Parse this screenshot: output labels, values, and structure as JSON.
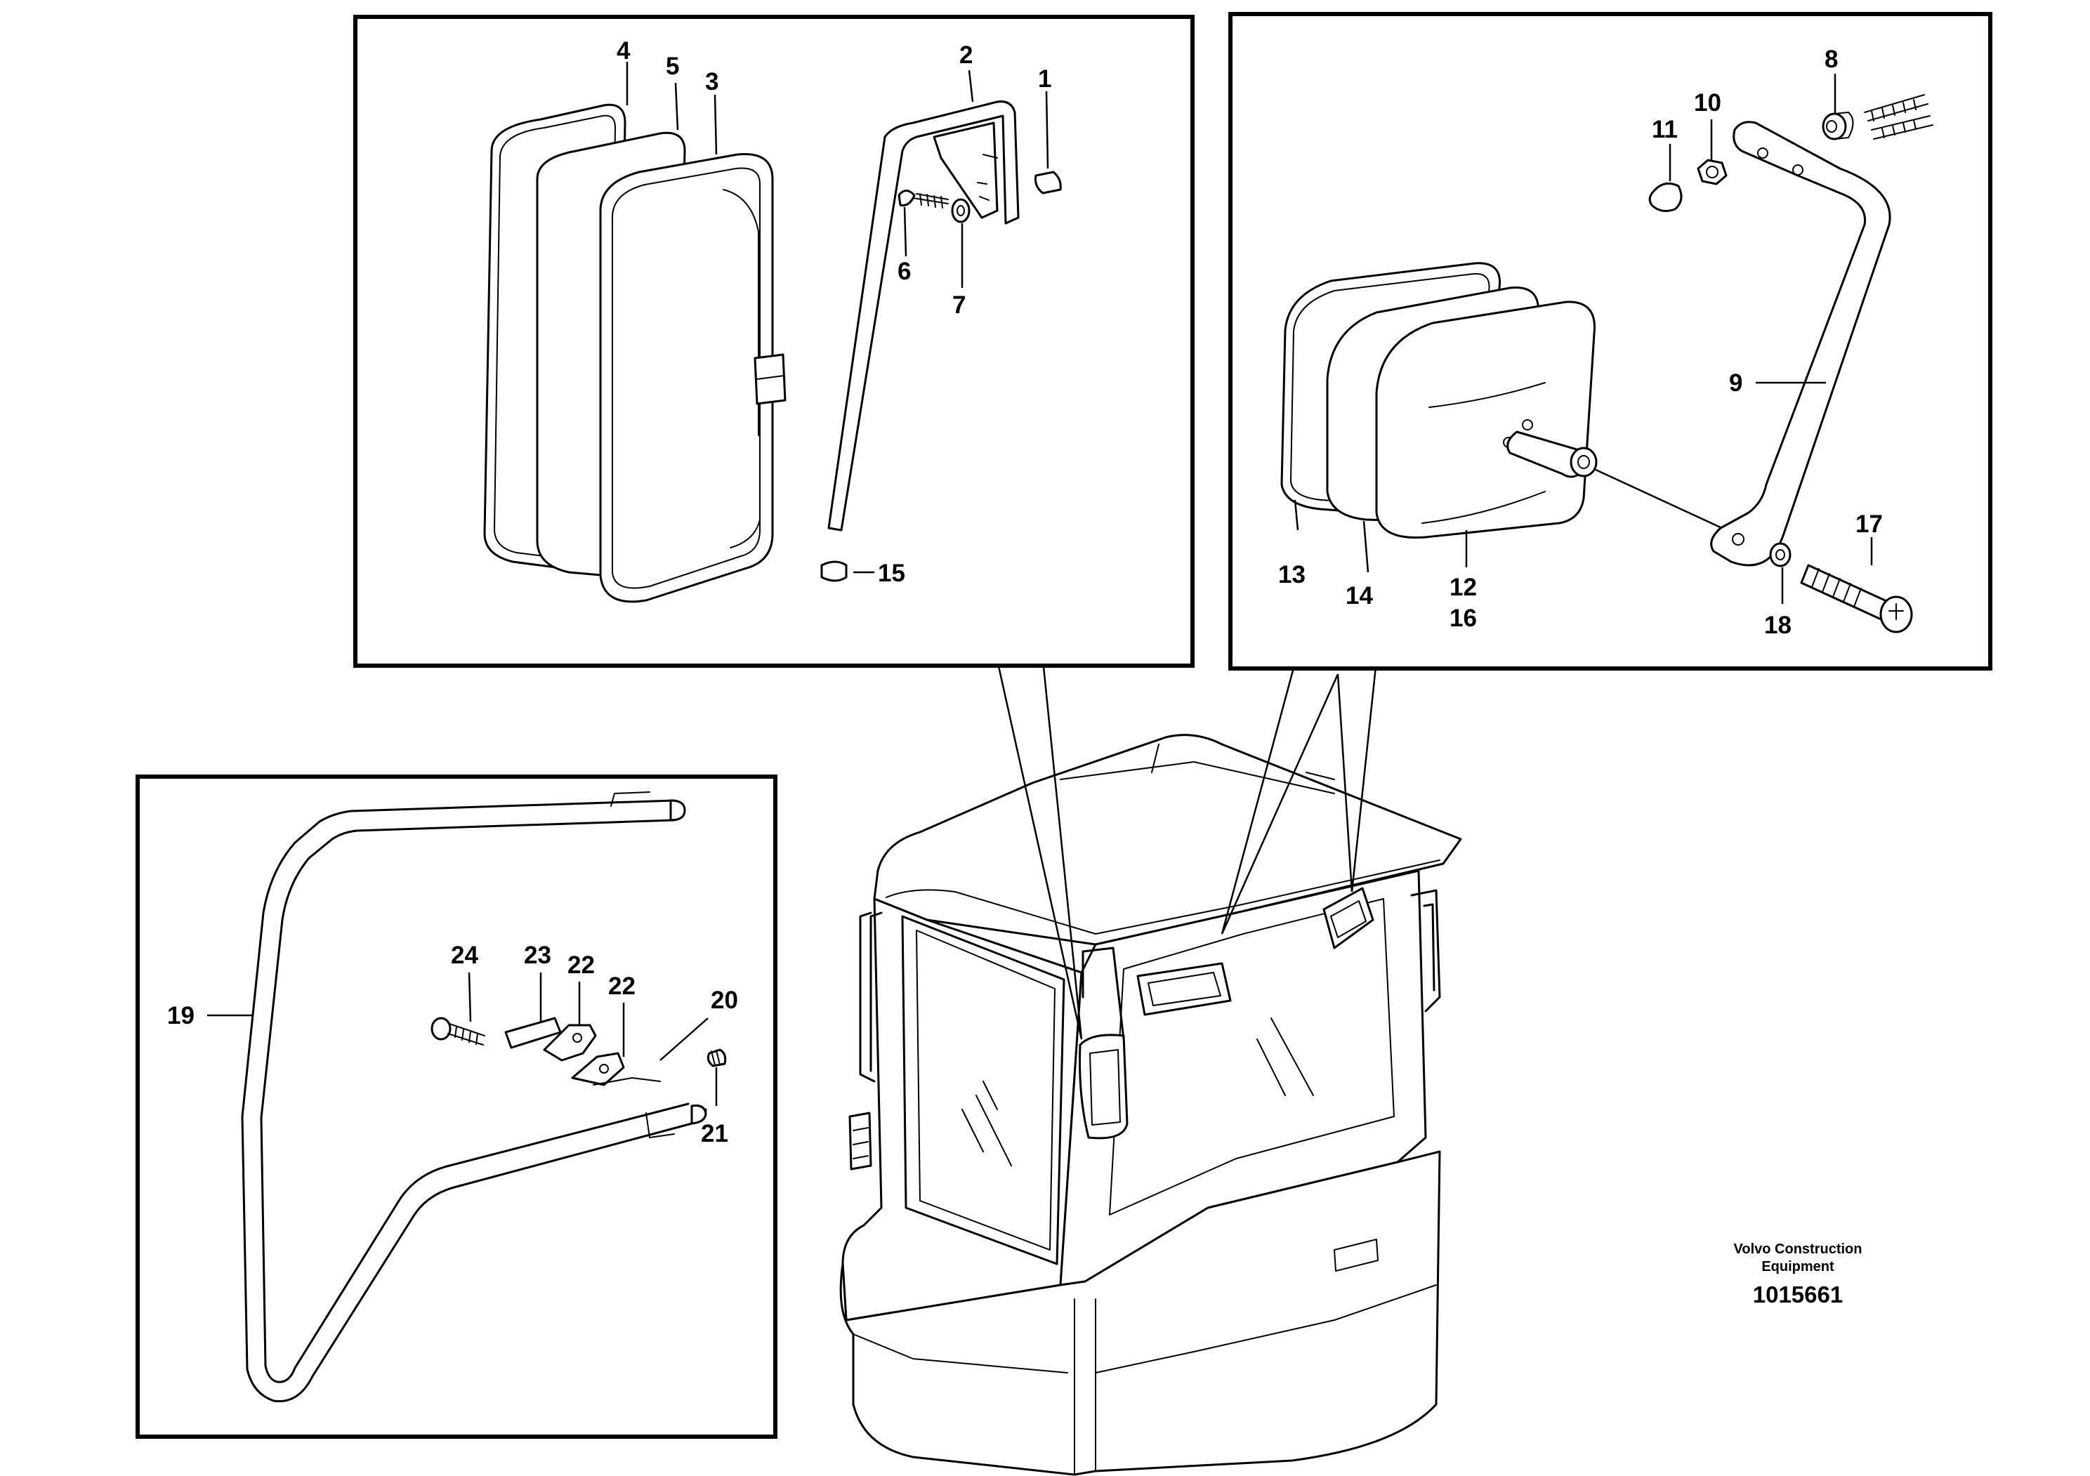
{
  "callouts": {
    "c1": "1",
    "c2": "2",
    "c3": "3",
    "c4": "4",
    "c5": "5",
    "c6": "6",
    "c7": "7",
    "c8": "8",
    "c9": "9",
    "c10": "10",
    "c11": "11",
    "c12": "12",
    "c13": "13",
    "c14": "14",
    "c15": "15",
    "c16": "16",
    "c17": "17",
    "c18": "18",
    "c19": "19",
    "c20": "20",
    "c21": "21",
    "c22a": "22",
    "c22b": "22",
    "c23": "23",
    "c24": "24"
  },
  "caption": {
    "line1": "Volvo Construction",
    "line2": "Equipment",
    "code": "1015661"
  }
}
